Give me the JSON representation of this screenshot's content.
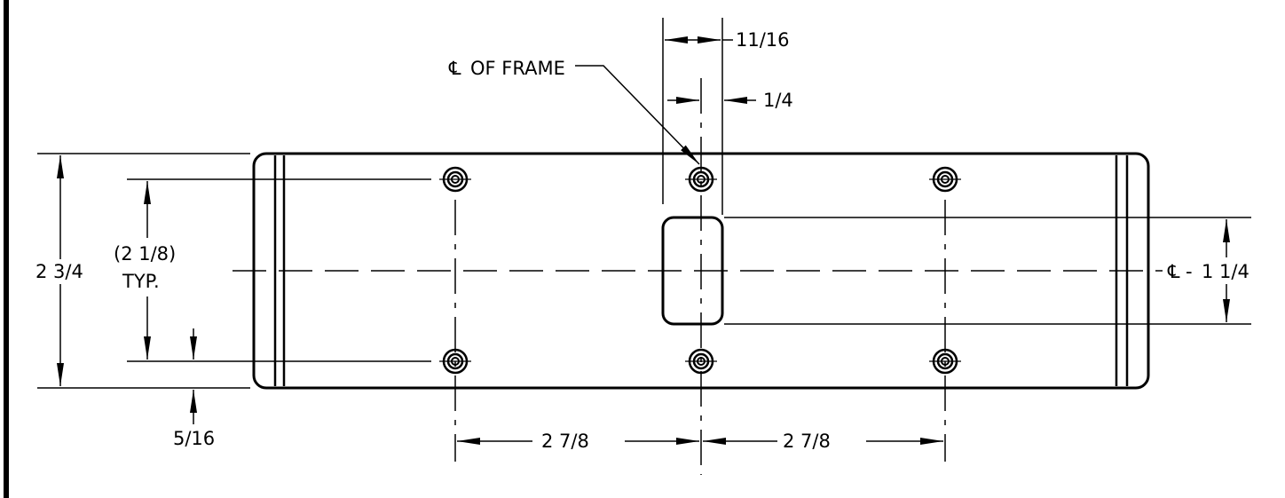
{
  "dimensions": {
    "top_width": "11/16",
    "offset": "1/4",
    "overall_height": "2 3/4",
    "hole_spacing_v": "(2 1/8)",
    "hole_spacing_v_note": "TYP.",
    "edge_offset": "5/16",
    "spacing_left": "2 7/8",
    "spacing_right": "2 7/8",
    "slot_height": "1 1/4"
  },
  "labels": {
    "centerline_symbol": "℄",
    "frame_text": "OF FRAME",
    "slot_dash": "-"
  }
}
